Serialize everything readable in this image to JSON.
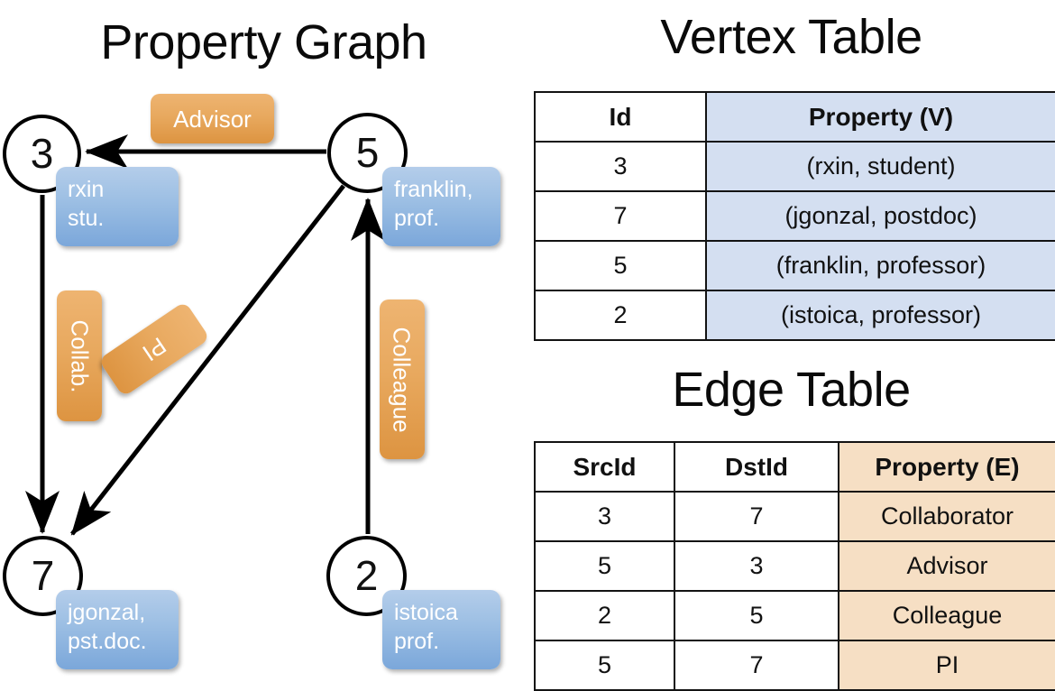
{
  "titles": {
    "property_graph": "Property Graph",
    "vertex_table": "Vertex Table",
    "edge_table": "Edge Table"
  },
  "graph": {
    "nodes": [
      {
        "id": "3",
        "property_lines": [
          "rxin",
          "stu."
        ]
      },
      {
        "id": "5",
        "property_lines": [
          "franklin,",
          "prof."
        ]
      },
      {
        "id": "7",
        "property_lines": [
          "jgonzal,",
          "pst.doc."
        ]
      },
      {
        "id": "2",
        "property_lines": [
          "istoica",
          "prof."
        ]
      }
    ],
    "edge_labels": [
      {
        "label": "Advisor",
        "from": "5",
        "to": "3"
      },
      {
        "label": "Collab.",
        "from": "3",
        "to": "7"
      },
      {
        "label": "PI",
        "from": "5",
        "to": "7"
      },
      {
        "label": "Colleague",
        "from": "2",
        "to": "5"
      }
    ]
  },
  "vertex_table": {
    "headers": [
      "Id",
      "Property (V)"
    ],
    "rows": [
      {
        "id": "3",
        "property": "(rxin, student)"
      },
      {
        "id": "7",
        "property": "(jgonzal, postdoc)"
      },
      {
        "id": "5",
        "property": "(franklin, professor)"
      },
      {
        "id": "2",
        "property": "(istoica, professor)"
      }
    ]
  },
  "edge_table": {
    "headers": [
      "SrcId",
      "DstId",
      "Property (E)"
    ],
    "rows": [
      {
        "src": "3",
        "dst": "7",
        "property": "Collaborator"
      },
      {
        "src": "5",
        "dst": "3",
        "property": "Advisor"
      },
      {
        "src": "2",
        "dst": "5",
        "property": "Colleague"
      },
      {
        "src": "5",
        "dst": "7",
        "property": "PI"
      }
    ]
  },
  "colors": {
    "vertex_property_fill": "#d4dff1",
    "edge_property_fill": "#f6dfc4",
    "node_box_blue": "#9ec0e4",
    "edge_label_orange": "#e8a95f",
    "stroke": "#000000"
  }
}
